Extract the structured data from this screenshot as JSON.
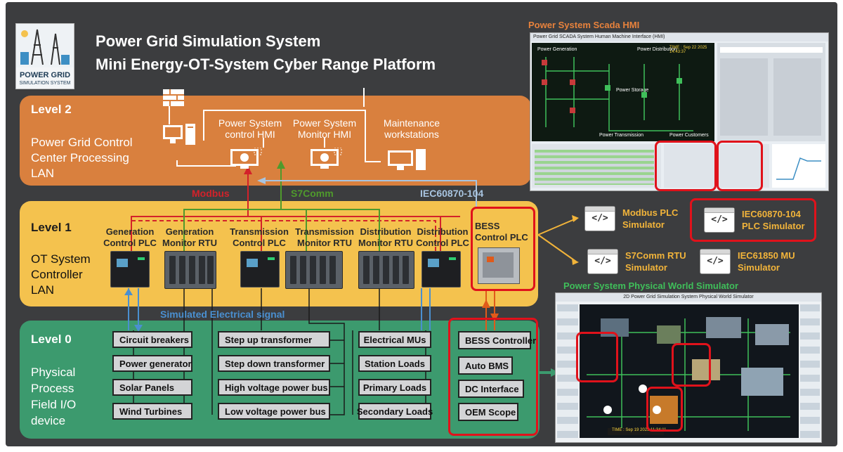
{
  "header": {
    "logo_text_1": "POWER GRID",
    "logo_text_2": "SIMULATION SYSTEM",
    "title_1": "Power Grid Simulation System",
    "title_2": "Mini Energy-OT-System Cyber Range Platform"
  },
  "level2": {
    "title": "Level 2",
    "desc": "Power Grid Control Center Processing LAN",
    "control_hmi": "Power System control HMI",
    "monitor_hmi": "Power System Monitor HMI",
    "maintenance": "Maintenance workstations"
  },
  "protocols": {
    "modbus": "Modbus",
    "s7comm": "S7Comm",
    "iec104": "IEC60870-104",
    "electrical": "Simulated Electrical signal"
  },
  "level1": {
    "title": "Level 1",
    "desc": "OT System Controller LAN",
    "devices": [
      {
        "label": "Generation Control PLC"
      },
      {
        "label": "Generation Monitor RTU"
      },
      {
        "label": "Transmission Control PLC"
      },
      {
        "label": "Transmission Monitor RTU"
      },
      {
        "label": "Distribution Monitor RTU"
      },
      {
        "label": "Distribution Control PLC"
      },
      {
        "label": "BESS Control PLC"
      }
    ]
  },
  "level0": {
    "title": "Level 0",
    "desc": "Physical Process Field I/O device",
    "col1": [
      "Circuit breakers",
      "Power generator",
      "Solar Panels",
      "Wind Turbines"
    ],
    "col2": [
      "Step up transformer",
      "Step down transformer",
      "High voltage power bus",
      "Low voltage power bus"
    ],
    "col3": [
      "Electrical MUs",
      "Station  Loads",
      "Primary  Loads",
      "Secondary Loads"
    ],
    "col4": [
      "BESS Controller",
      "Auto BMS",
      "DC Interface",
      "OEM Scope"
    ]
  },
  "scada": {
    "title": "Power System Scada HMI",
    "header": "Power Grid SCADA System Human Machine Interface (HMI)",
    "sections": [
      "Power Generation",
      "Power Distribution",
      "Power Storage",
      "Power Transmission",
      "Power Customers"
    ],
    "time": "TIME : Sep 22 2025 14:43:37"
  },
  "simulators": {
    "modbus": "Modbus PLC Simulator",
    "iec104": "IEC60870-104 PLC Simulator",
    "s7comm": "S7Comm RTU Simulator",
    "iec61850": "IEC61850 MU Simulator"
  },
  "physical": {
    "title": "Power System Physical World Simulator",
    "header": "2D Power Grid Simulation System Physical World Simulator",
    "time": "TIME : Sep 19 2025 11:34:11"
  },
  "colors": {
    "level2": "#d9803e",
    "level1": "#f4c24e",
    "level0": "#3c9a6e",
    "modbus": "#d3222a",
    "s7comm": "#4f9a2c",
    "iec104": "#a8c4e0",
    "signal": "#4a8fd0"
  }
}
